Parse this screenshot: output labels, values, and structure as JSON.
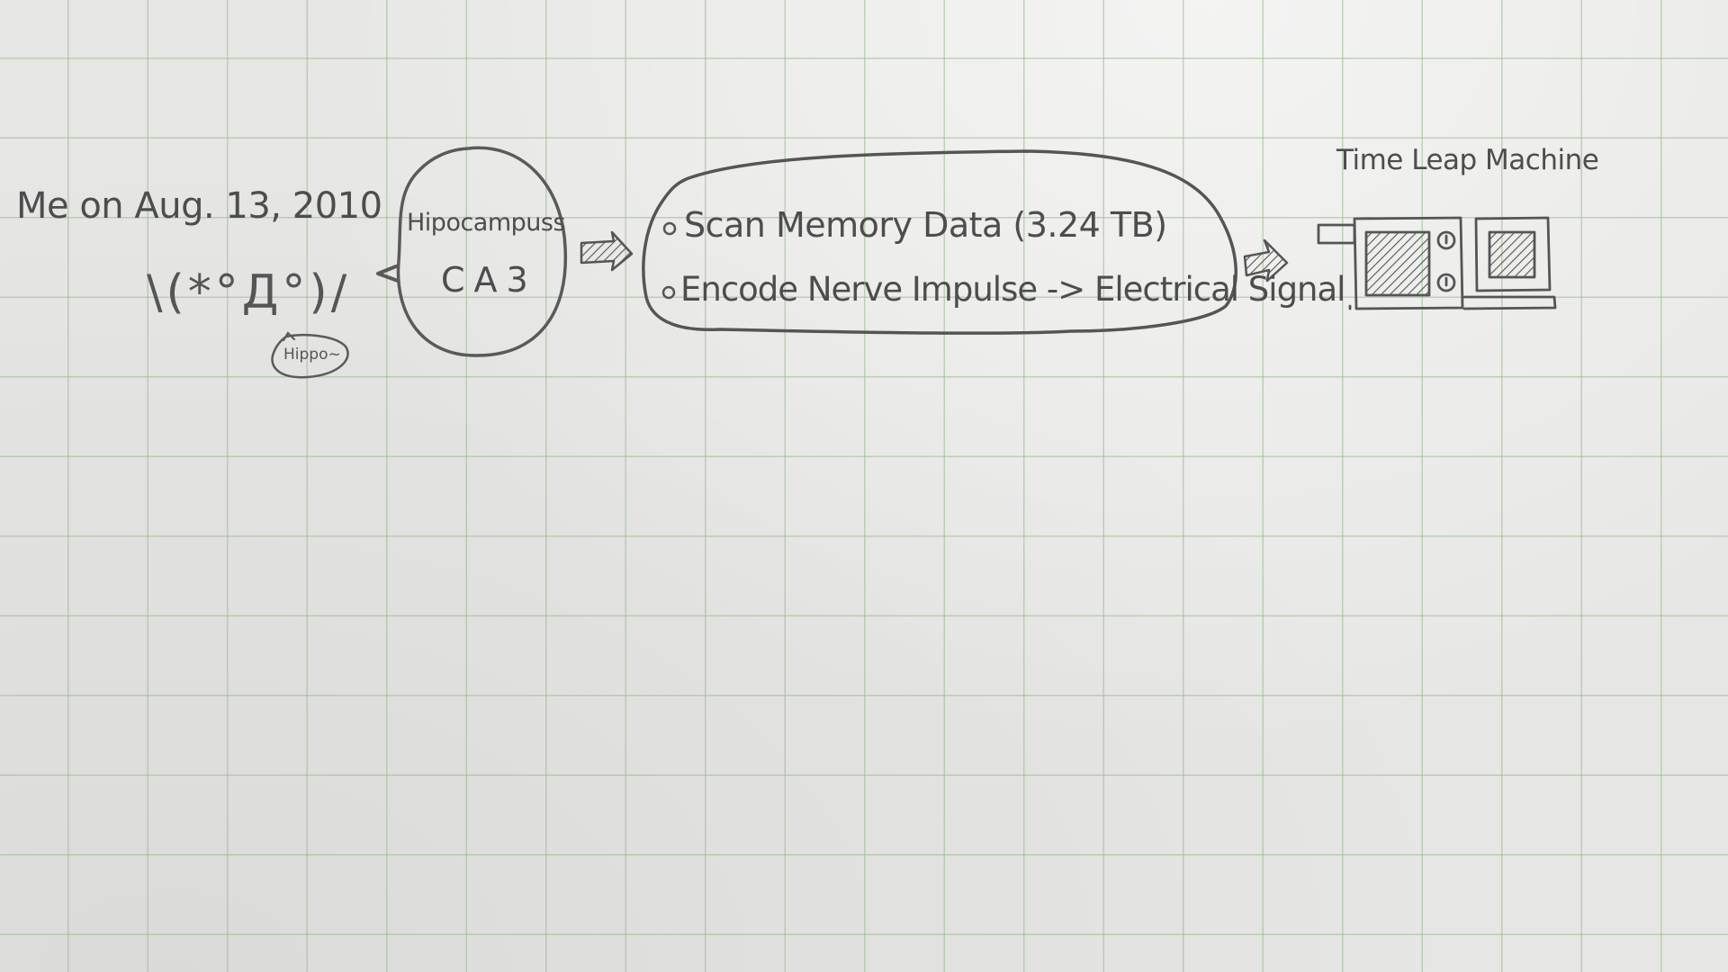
{
  "subject": {
    "label": "Me on Aug. 13, 2010",
    "face": "\\(*°Д°)/",
    "speech": "Hippo~"
  },
  "hippocampus": {
    "title": "Hipocampuss",
    "region": "CA3"
  },
  "process": {
    "items": [
      "Scan Memory Data (3.24 TB)",
      "Encode Nerve Impulse -> Electrical Signal"
    ]
  },
  "machine": {
    "title": "Time Leap Machine"
  },
  "colors": {
    "ink": "#555555",
    "grid": "#96b98c",
    "paper": "#e6e6e4"
  }
}
